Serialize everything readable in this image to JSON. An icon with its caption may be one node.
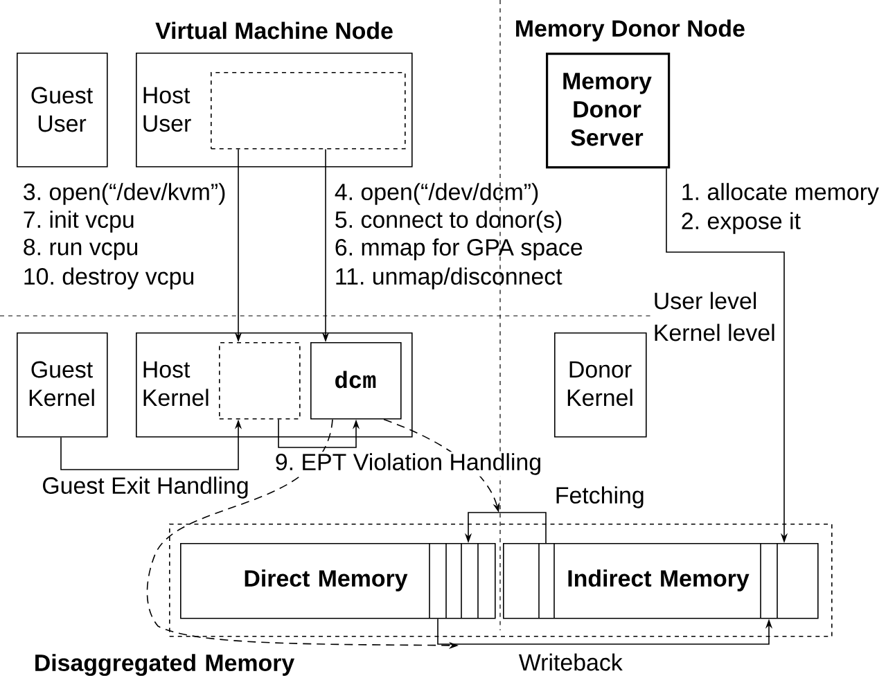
{
  "diagram": {
    "nodes": [
      {
        "text": [
          "Guest User"
        ]
      },
      {
        "text": [
          "Host User"
        ]
      },
      {
        "text": [],
        "shape": "box",
        "in": 1
      },
      {
        "text": [
          "Guest Kernel"
        ]
      },
      {
        "text": [
          "Host Kernel"
        ]
      },
      {
        "text": [],
        "shape": "box",
        "in": 4
      },
      {
        "text": [
          "dcm"
        ],
        "in": 4
      },
      {
        "text": [
          "Memory Donor Server"
        ]
      },
      {
        "text": [
          "Donor Kernel"
        ]
      },
      {
        "text": [
          "Disaggregated Memory"
        ]
      },
      {
        "text": [
          "Direct Memory"
        ],
        "in": 9
      },
      {
        "text": [
          "Indirect Memory"
        ],
        "in": 9
      }
    ],
    "edges": [
      {
        "from": 2,
        "to": 5,
        "arrow": "to"
      },
      {
        "from": 2,
        "to": 6,
        "arrow": "to"
      },
      {
        "from": 7,
        "to": 11,
        "arrow": "to"
      },
      {
        "from": 3,
        "to": 5,
        "arrow": "to",
        "label": "Guest Exit Handling"
      },
      {
        "from": 5,
        "to": 6,
        "arrow": "to",
        "label": "9. EPT Violation Handling"
      },
      {
        "from": 6,
        "to": 9,
        "arrow": "to",
        "style": "dashed"
      },
      {
        "from": 6,
        "to": 9,
        "arrow": "to",
        "style": "dashed"
      },
      {
        "from": 11,
        "to": 10,
        "arrow": "to",
        "label": "Fetching"
      },
      {
        "from": 10,
        "to": 11,
        "arrow": "to",
        "label": "Writeback"
      }
    ],
    "labels": [
      "Virtual Machine Node",
      "Memory Donor Node",
      "3. open(“/dev/kvm”)",
      "7. init vcpu",
      "8. run vcpu",
      "10. destroy vcpu",
      "4. open(“/dev/dcm”)",
      "5. connect to donor(s)",
      "6. mmap for GPA space",
      "11. unmap/disconnect",
      "1. allocate memory",
      "2. expose it",
      "User level",
      "Kernel level"
    ]
  }
}
